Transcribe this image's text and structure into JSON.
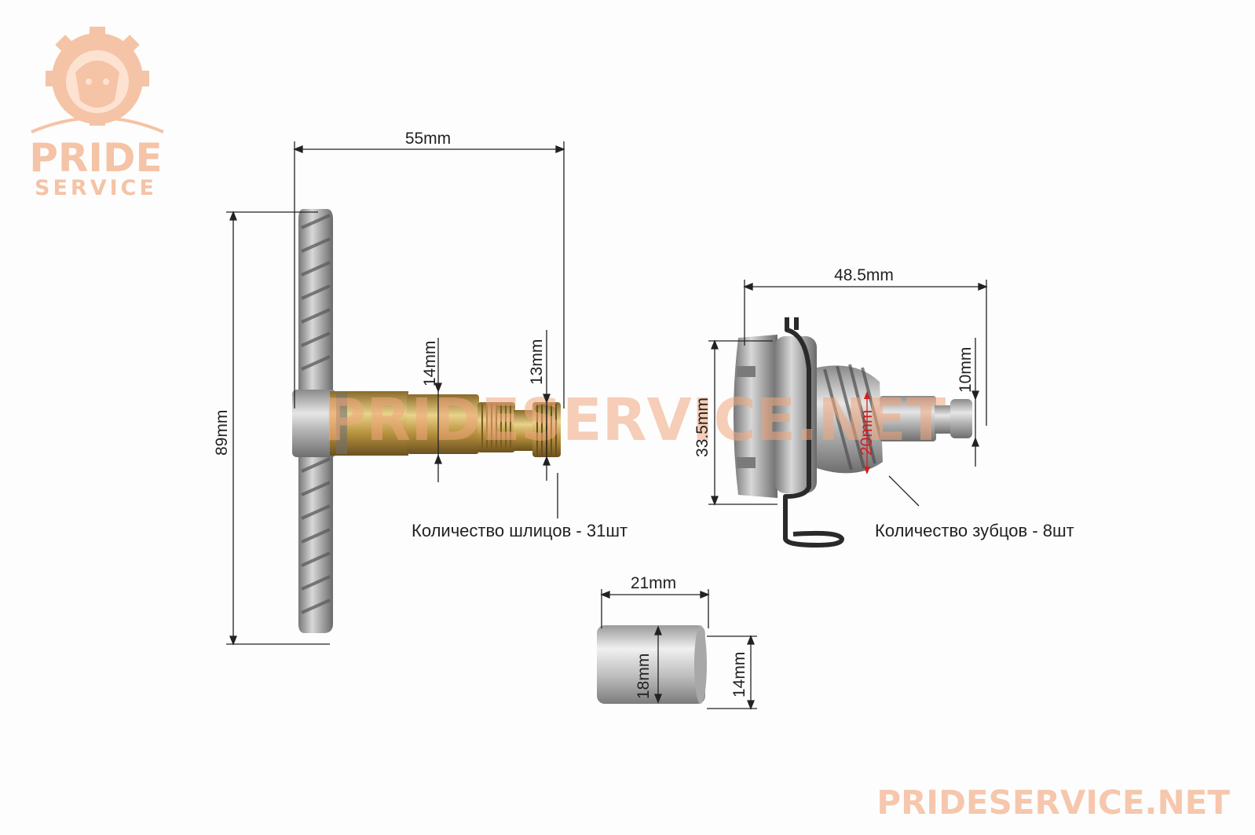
{
  "logo": {
    "line1": "PRIDE",
    "line2": "SERVICE"
  },
  "watermarks": {
    "center": "PRIDESERVICE.NET",
    "corner": "PRIDESERVICE.NET"
  },
  "dimensions": {
    "gear_shaft_length": "55mm",
    "gear_diameter": "89mm",
    "shaft_diameter": "14mm",
    "spline_diameter": "13mm",
    "pinion_length": "48.5mm",
    "pinion_collar_diameter": "33.5mm",
    "pinion_gear_diameter": "20mm",
    "pinion_tip_diameter": "10mm",
    "bushing_length": "21mm",
    "bushing_outer_diameter": "18mm",
    "bushing_inner_diameter": "14mm"
  },
  "captions": {
    "splines": "Количество шлицов - 31шт",
    "teeth": "Количество зубцов - 8шт"
  },
  "colors": {
    "logo": "#f5c3a6",
    "watermark": "#f1a77e",
    "dimension_line": "#222222",
    "metal": "#b9b9b9",
    "brass": "#c7a048"
  }
}
